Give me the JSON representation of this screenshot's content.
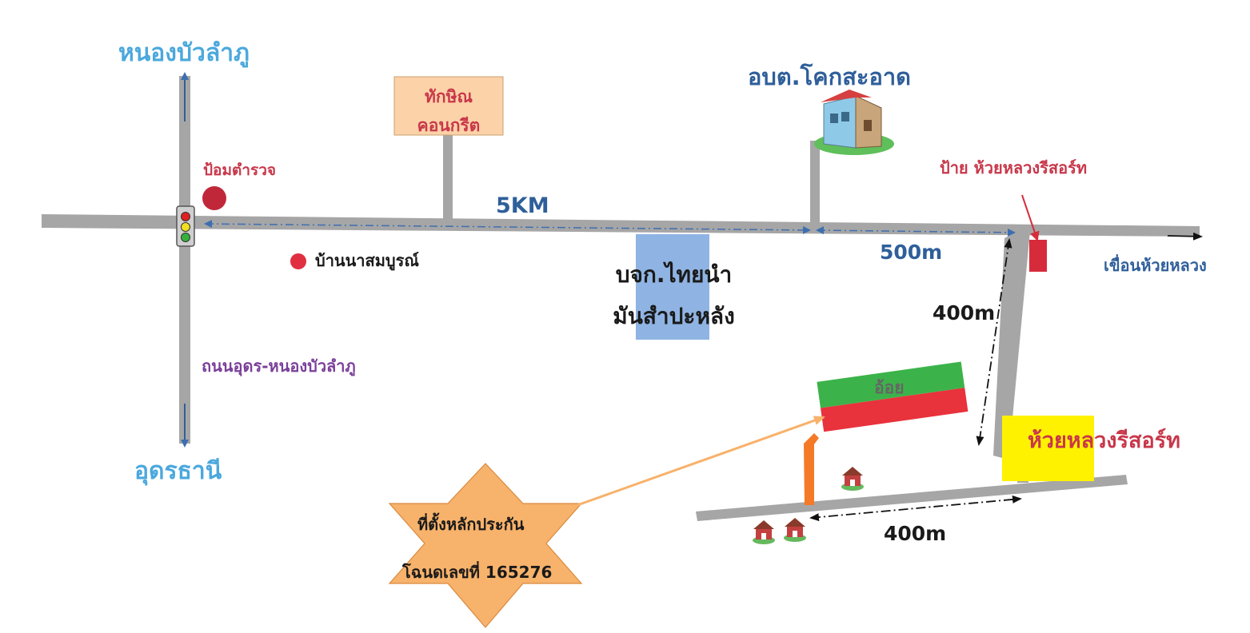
{
  "places": {
    "north_town": "หนองบัวลำภู",
    "south_town": "อุดรธานี",
    "police_box": "ป้อมตำรวจ",
    "village": "บ้านนาสมบูรณ์",
    "highway": "ถนนอุดร-หนองบัวลำภู",
    "concrete": "ทักษิณ\nคอนกรีต",
    "sao_office": "อบต.โคกสะอาด",
    "factory": "บจก.ไทยนำ\nมันสำปะหลัง",
    "resort_sign": "ป้าย ห้วยหลวงรีสอร์ท",
    "dam": "เขื่อนห้วยหลวง",
    "resort": "ห้วยหลวงรีสอร์ท",
    "plot_owner": "อ้อย"
  },
  "distances": {
    "main_segment": "5KM",
    "sao_to_turn": "500m",
    "side_road": "400m",
    "bottom_road": "400m"
  },
  "collateral": {
    "line1": "ที่ตั้งหลักประกัน",
    "line2": "โฉนดเลขที่ 165276"
  },
  "colors": {
    "road": "#a6a6a6",
    "dim_line": "#3d6fb0",
    "concrete_box": "#fcd2a8",
    "factory_box": "#8fb4e3",
    "plot_green": "#3cb34a",
    "plot_red": "#e8323c",
    "resort_box": "#fff200",
    "star": "#f7b26b",
    "sign_red": "#d62b3b",
    "orange_marker": "#f47a28"
  }
}
